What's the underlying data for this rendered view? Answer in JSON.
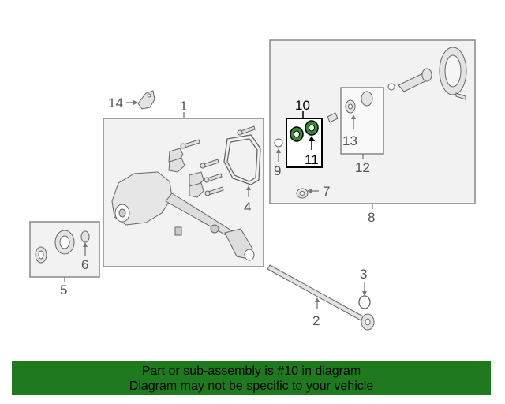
{
  "callouts": {
    "c1": "1",
    "c2": "2",
    "c3": "3",
    "c4": "4",
    "c5": "5",
    "c6": "6",
    "c7": "7",
    "c8": "8",
    "c9": "9",
    "c10": "10",
    "c11": "11",
    "c12": "12",
    "c13": "13",
    "c14": "14"
  },
  "banner": {
    "line1": "Part or sub-assembly is #10 in diagram",
    "line2": "Diagram may not be specific to your vehicle"
  },
  "colors": {
    "banner_bg": "#1f7a1f",
    "highlight_part": "#2f8f2f",
    "line": "#777777",
    "box_fill": "#f2f2f2"
  }
}
